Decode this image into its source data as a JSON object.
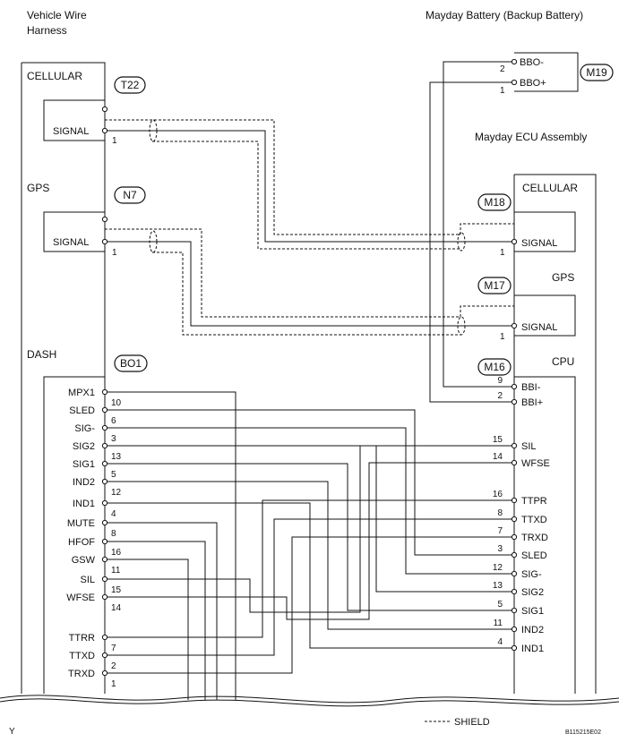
{
  "titles": {
    "harness_line1": "Vehicle Wire",
    "harness_line2": "Harness",
    "battery": "Mayday Battery (Backup Battery)",
    "ecu": "Mayday ECU Assembly"
  },
  "left_sections": {
    "cellular": "CELLULAR",
    "gps": "GPS",
    "dash": "DASH"
  },
  "right_sections": {
    "cellular": "CELLULAR",
    "gps": "GPS",
    "cpu": "CPU"
  },
  "connectors": {
    "t22": "T22",
    "n7": "N7",
    "bo1": "BO1",
    "m19": "M19",
    "m18": "M18",
    "m17": "M17",
    "m16": "M16"
  },
  "left_cellular_pin": {
    "label": "SIGNAL",
    "num": "1"
  },
  "left_gps_pin": {
    "label": "SIGNAL",
    "num": "1"
  },
  "right_cellular_pin": {
    "label": "SIGNAL",
    "num": "1"
  },
  "right_gps_pin": {
    "label": "SIGNAL",
    "num": "1"
  },
  "battery_pins": [
    {
      "label": "BBO-",
      "num": "2"
    },
    {
      "label": "BBO+",
      "num": "1"
    }
  ],
  "dash_pins": [
    {
      "label": "MPX1",
      "num": "10"
    },
    {
      "label": "SLED",
      "num": "6"
    },
    {
      "label": "SIG-",
      "num": "3"
    },
    {
      "label": "SIG2",
      "num": "13"
    },
    {
      "label": "SIG1",
      "num": "5"
    },
    {
      "label": "IND2",
      "num": "12"
    },
    {
      "label": "IND1",
      "num": "4"
    },
    {
      "label": "MUTE",
      "num": "8"
    },
    {
      "label": "HFOF",
      "num": "16"
    },
    {
      "label": "GSW",
      "num": "11"
    },
    {
      "label": "SIL",
      "num": "15"
    },
    {
      "label": "WFSE",
      "num": "14"
    },
    {
      "label": "",
      "num": ""
    },
    {
      "label": "TTRR",
      "num": "7"
    },
    {
      "label": "TTXD",
      "num": "2"
    },
    {
      "label": "TRXD",
      "num": "1"
    }
  ],
  "cpu_pins": [
    {
      "label": "BBI-",
      "num": "9"
    },
    {
      "label": "BBI+",
      "num": "2"
    },
    {
      "label": "",
      "num": ""
    },
    {
      "label": "SIL",
      "num": "15"
    },
    {
      "label": "WFSE",
      "num": "14"
    },
    {
      "label": "",
      "num": ""
    },
    {
      "label": "TTPR",
      "num": "16"
    },
    {
      "label": "TTXD",
      "num": "8"
    },
    {
      "label": "TRXD",
      "num": "7"
    },
    {
      "label": "SLED",
      "num": "3"
    },
    {
      "label": "SIG-",
      "num": "12"
    },
    {
      "label": "SIG2",
      "num": "13"
    },
    {
      "label": "SIG1",
      "num": "5"
    },
    {
      "label": "IND2",
      "num": "11"
    },
    {
      "label": "IND1",
      "num": "4"
    }
  ],
  "footer": {
    "legend": "SHIELD",
    "corner_left": "Y",
    "code": "B115215E02"
  }
}
